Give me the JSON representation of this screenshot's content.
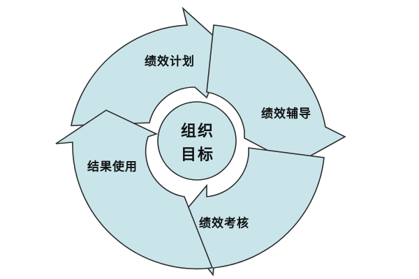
{
  "diagram": {
    "center": {
      "line1": "组织",
      "line2": "目标"
    },
    "segments": [
      {
        "id": "plan",
        "label": "绩效计划"
      },
      {
        "id": "coach",
        "label": "绩效辅导"
      },
      {
        "id": "review",
        "label": "绩效考核"
      },
      {
        "id": "use",
        "label": "结果使用"
      }
    ]
  },
  "colors": {
    "fill": "#c9e5ea",
    "stroke": "#2b2b2b",
    "text": "#111111"
  }
}
